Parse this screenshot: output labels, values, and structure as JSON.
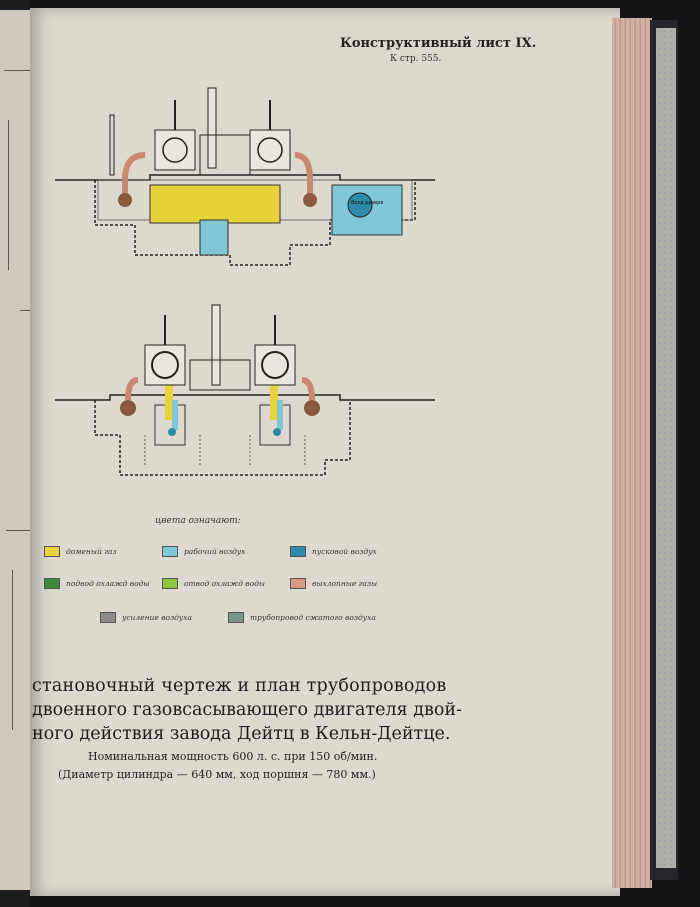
{
  "header": {
    "title": "Конструктивный лист IX.",
    "page_ref": "К стр. 555."
  },
  "legend": {
    "title": "цвета означают:",
    "items": [
      {
        "label": "доменый газ",
        "color": "#e8d23a"
      },
      {
        "label": "рабочий воздух",
        "color": "#7fc6d6"
      },
      {
        "label": "пусковой воздух",
        "color": "#2e8aa8"
      },
      {
        "label": "подвод охлажд воды",
        "color": "#3f8a3a"
      },
      {
        "label": "отвод охлажд воды",
        "color": "#8cc63f"
      },
      {
        "label": "выхлопные газы",
        "color": "#d99a82"
      },
      {
        "label": "усиление воздуха",
        "color": "#8a8a8a"
      },
      {
        "label": "трубопровод сжатого воздуха",
        "color": "#7a9088"
      }
    ]
  },
  "drawing": {
    "label": "Возд резерв"
  },
  "caption": {
    "line1": "становочный чертеж и план трубопроводов",
    "line2": "двоенного газовсасывающего двигателя двой-",
    "line3": "ного действия завода Дейтц в Кельн-Дейтце.",
    "sub1": "Номинальная мощность 600 л. с. при 150 об/мин.",
    "sub2": "(Диаметр цилиндра — 640 мм, ход поршня — 780 мм.)"
  }
}
